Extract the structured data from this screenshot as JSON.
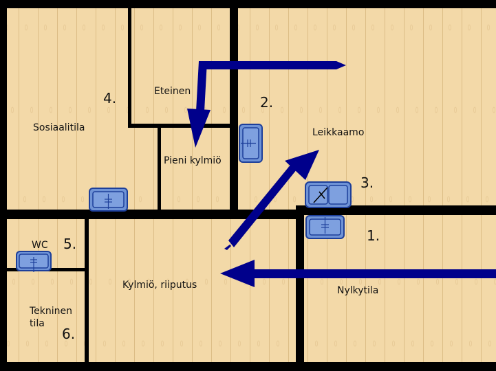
{
  "colors": {
    "wall": "#000000",
    "floor": "#f3d9a8",
    "plank_line": "#dcbd86",
    "arrow": "#00008b",
    "door_fill": "#6f93d6",
    "door_stroke": "#1d3f9a"
  },
  "rooms": {
    "sosiaalitila": {
      "label": "Sosiaalitila",
      "number": "4."
    },
    "eteinen": {
      "label": "Eteinen"
    },
    "pieni_kylmio": {
      "label": "Pieni kylmiö"
    },
    "leikkaamo": {
      "label": "Leikkaamo",
      "number": "2."
    },
    "leikkaamo_door": {
      "number": "3."
    },
    "nylkytila": {
      "label": "Nylkytila",
      "number": "1."
    },
    "wc": {
      "label": "WC",
      "number": "5."
    },
    "kylmio_riiputus": {
      "label": "Kylmiö, riiputus"
    },
    "tekninen_tila": {
      "label_line1": "Tekninen",
      "label_line2": "tila",
      "number": "6."
    }
  },
  "icons": {
    "door": "door-icon",
    "flow_arrow": "flow-arrow-icon"
  }
}
